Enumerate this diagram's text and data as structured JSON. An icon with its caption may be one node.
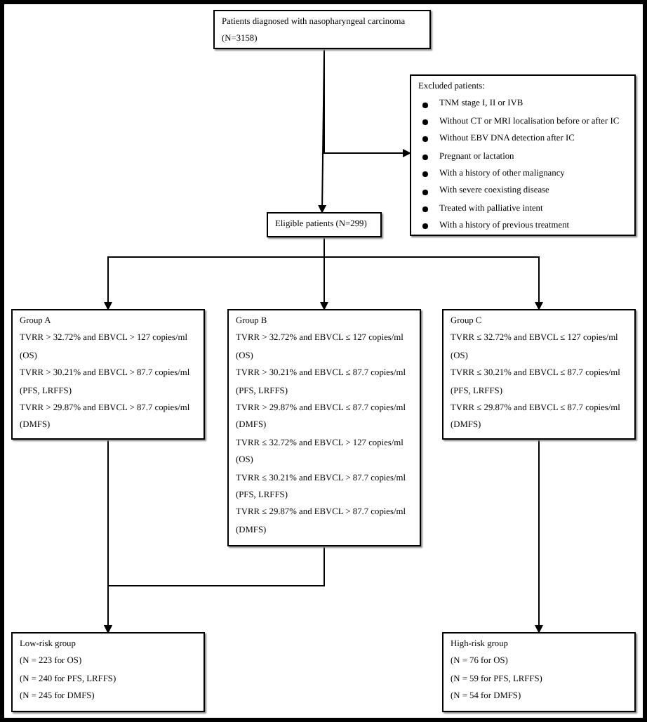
{
  "diagram": {
    "nodes": [
      {
        "text": [
          "Patients diagnosed with nasopharyngeal carcinoma (N=3158)"
        ]
      },
      {
        "text": [
          "Excluded patients:",
          "TNM stage I, II or IVB",
          "Without CT or MRI localisation before or after IC",
          "Without EBV DNA detection after IC",
          "Pregnant or lactation",
          "With a history of other malignancy",
          "With severe coexisting disease",
          "Treated with palliative intent",
          "With a history of previous treatment"
        ]
      },
      {
        "text": [
          "Eligible patients (N=299)"
        ]
      },
      {
        "text": [
          "Group A",
          "TVRR > 32.72% and EBVCL > 127 copies/ml (OS)",
          "TVRR > 30.21% and EBVCL > 87.7 copies/ml (PFS, LRFFS)",
          "TVRR > 29.87% and EBVCL > 87.7 copies/ml (DMFS)"
        ]
      },
      {
        "text": [
          "Group B",
          "TVRR > 32.72% and EBVCL ≤ 127 copies/ml (OS)",
          "TVRR > 30.21% and EBVCL ≤ 87.7 copies/ml (PFS, LRFFS)",
          "TVRR > 29.87% and EBVCL ≤ 87.7 copies/ml (DMFS)",
          "TVRR ≤ 32.72% and EBVCL > 127 copies/ml (OS)",
          "TVRR ≤ 30.21% and EBVCL > 87.7 copies/ml (PFS, LRFFS)",
          "TVRR ≤ 29.87% and EBVCL > 87.7 copies/ml (DMFS)"
        ]
      },
      {
        "text": [
          "Group C",
          "TVRR ≤ 32.72% and EBVCL ≤ 127 copies/ml (OS)",
          "TVRR ≤ 30.21% and EBVCL ≤ 87.7 copies/ml (PFS, LRFFS)",
          "TVRR ≤ 29.87% and EBVCL ≤ 87.7 copies/ml (DMFS)"
        ]
      },
      {
        "text": [
          "Low-risk group",
          "(N = 223 for OS)",
          "(N = 240 for PFS, LRFFS)",
          "(N = 245 for DMFS)"
        ]
      },
      {
        "text": [
          "High-risk group",
          "(N = 76 for OS)",
          "(N = 59 for PFS, LRFFS)",
          "(N = 54 for DMFS)"
        ]
      }
    ],
    "edges": [
      {
        "from": 0,
        "to": 2,
        "arrow": "to"
      },
      {
        "from": 0,
        "to": 1,
        "arrow": "to"
      },
      {
        "from": 2,
        "to": 3,
        "arrow": "to"
      },
      {
        "from": 2,
        "to": 4,
        "arrow": "to"
      },
      {
        "from": 2,
        "to": 5,
        "arrow": "to"
      },
      {
        "from": 3,
        "to": 6,
        "arrow": "to"
      },
      {
        "from": 4,
        "to": 6,
        "arrow": "to"
      },
      {
        "from": 5,
        "to": 7,
        "arrow": "to"
      }
    ]
  }
}
